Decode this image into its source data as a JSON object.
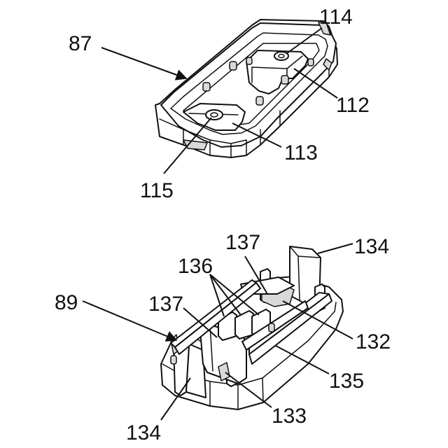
{
  "figure": {
    "upper_component": {
      "labels": {
        "housing": "87",
        "post_top": "114",
        "pocket_right": "112",
        "pocket_left": "113",
        "post_left": "115"
      }
    },
    "lower_component": {
      "labels": {
        "body": "89",
        "ribs": "136",
        "tab_center": "137",
        "tab_right": "137",
        "plate_right": "134",
        "plate_left": "134",
        "slot_right": "132",
        "wall": "135",
        "notch": "133"
      }
    }
  }
}
